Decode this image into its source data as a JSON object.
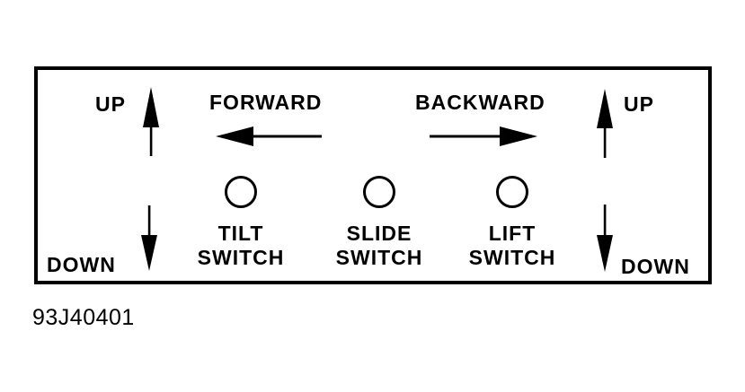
{
  "diagram": {
    "title_semantic": "seat switch panel diagram",
    "left_vertical": {
      "up_label": "UP",
      "down_label": "DOWN"
    },
    "horizontal": {
      "forward_label": "FORWARD",
      "backward_label": "BACKWARD"
    },
    "right_vertical": {
      "up_label": "UP",
      "down_label": "DOWN"
    },
    "switches": [
      {
        "line1": "TILT",
        "line2": "SWITCH"
      },
      {
        "line1": "SLIDE",
        "line2": "SWITCH"
      },
      {
        "line1": "LIFT",
        "line2": "SWITCH"
      }
    ],
    "figure_code": "93J40401",
    "colors": {
      "ink": "#000000",
      "background": "#ffffff"
    }
  }
}
